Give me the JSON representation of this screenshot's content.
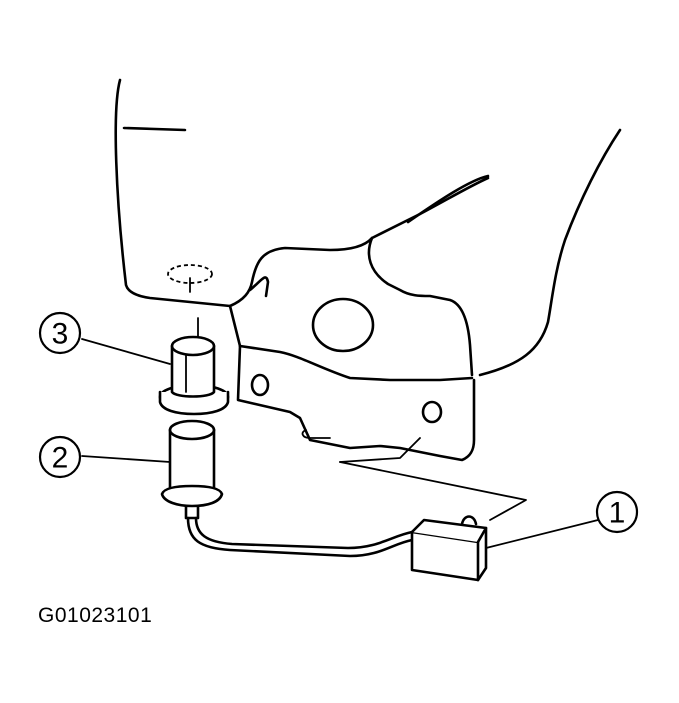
{
  "figure_code": "G01023101",
  "callouts": [
    {
      "number": "1",
      "part": "connector"
    },
    {
      "number": "2",
      "part": "sensor"
    },
    {
      "number": "3",
      "part": "sensor-socket"
    }
  ]
}
